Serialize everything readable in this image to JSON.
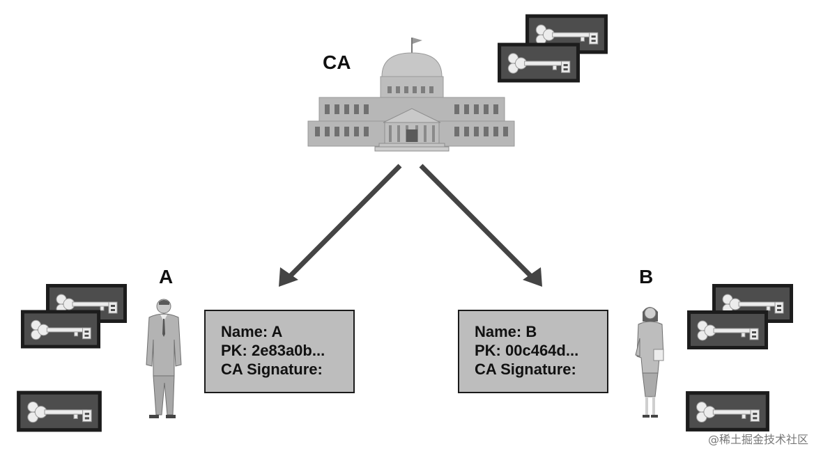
{
  "ca": {
    "label": "CA"
  },
  "party_a": {
    "label": "A",
    "certificate": {
      "name": "Name: A",
      "pk": "PK: 2e83a0b...",
      "signature": "CA Signature:"
    }
  },
  "party_b": {
    "label": "B",
    "certificate": {
      "name": "Name: B",
      "pk": "PK: 00c464d...",
      "signature": "CA Signature:"
    }
  },
  "watermark": "@稀土掘金技术社区",
  "colors": {
    "arrow": "#444444",
    "building": "#b0b0b0",
    "certificate_bg": "#bdbdbd",
    "key_card": "#4a4a4a"
  }
}
